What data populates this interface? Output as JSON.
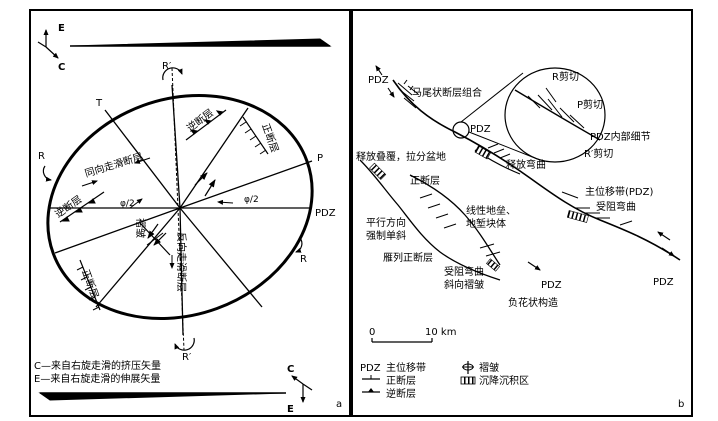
{
  "panel_a": {
    "panel_letter": "a",
    "top_arrows": {
      "e": "E",
      "c": "C"
    },
    "labels": {
      "r_prime_top": "R′",
      "r_prime_bottom": "R′",
      "t": "T",
      "r_left": "R",
      "r_right": "R",
      "p": "P",
      "pdz": "PDZ",
      "reverse_fault_upper": "逆断层",
      "normal_fault_upper": "正断层",
      "synthetic_strike_slip": "同向走滑断层",
      "reverse_fault_left": "逆断层",
      "phi_left": "φ/2",
      "phi_right": "φ/2",
      "fold": "褶皱",
      "antithetic_strike_slip": "反向走滑断层",
      "normal_fault_lower": "正断层"
    },
    "legend": [
      "C—来自右旋走滑的挤压矢量",
      "E—来自右旋走滑的伸展矢量"
    ],
    "bottom_arrows": {
      "c": "C",
      "e": "E"
    }
  },
  "panel_b": {
    "panel_letter": "b",
    "labels": {
      "pdz_top_left": "PDZ",
      "horsetail": "马尾状断层组合",
      "r_shear": "R剪切",
      "p_shear": "P剪切",
      "pdz_circle": "PDZ",
      "pdz_detail": "PDZ内部细节",
      "r_prime_shear": "R′剪切",
      "release_overstep": "释放叠覆，拉分盆地",
      "release_bend": "释放弯曲",
      "normal_fault": "正断层",
      "main_displacement": "主位移带(PDZ)",
      "restraining_bend_right": "受阻弯曲",
      "parallel_monocline_1": "平行方向",
      "parallel_monocline_2": "强制单斜",
      "linear_horst_1": "线性地垒、",
      "linear_horst_2": "地堑块体",
      "en_echelon_normal": "雁列正断层",
      "restraining_bend_low_1": "受阻弯曲",
      "restraining_bend_low_2": "斜向褶皱",
      "pdz_mid": "PDZ",
      "pdz_right": "PDZ",
      "negative_flower": "负花状构造"
    },
    "scale": {
      "zero": "0",
      "ten": "10 km"
    },
    "legend": {
      "pdz_label": "PDZ",
      "pdz_text": "主位移带",
      "normal_fault": "正断层",
      "reverse_fault": "逆断层",
      "fold": "褶皱",
      "basin": "沉降沉积区"
    }
  }
}
